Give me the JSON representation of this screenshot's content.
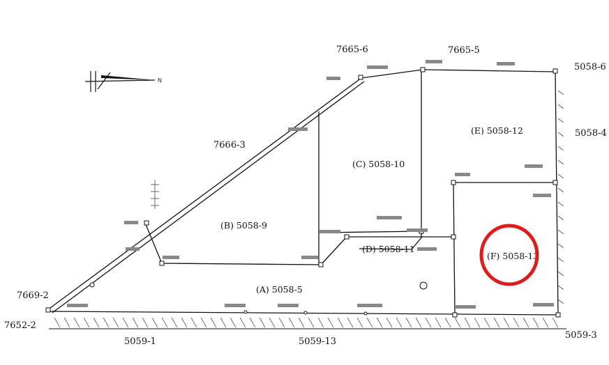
{
  "adjacent_lots": {
    "lot_7665_6": "7665-6",
    "lot_7665_5": "7665-5",
    "lot_5058_6": "5058-6",
    "lot_5058_4": "5058-4",
    "lot_7666_3": "7666-3",
    "lot_7669_2": "7669-2",
    "lot_7652_2": "7652-2",
    "lot_5059_1": "5059-1",
    "lot_5059_13": "5059-13",
    "lot_5059_3": "5059-3"
  },
  "parcels": {
    "a": "(A) 5058-5",
    "b": "(B) 5058-9",
    "c": "(C) 5058-10",
    "d": "(D) 5058-11",
    "e": "(E) 5058-12",
    "f": "(F) 5058-13"
  },
  "north_arrow": {
    "icon": "north-arrow-icon",
    "letter": "N"
  },
  "highlight": {
    "target": "(F) 5058-13",
    "color": "#e01b1b"
  },
  "line_color": "#111111"
}
